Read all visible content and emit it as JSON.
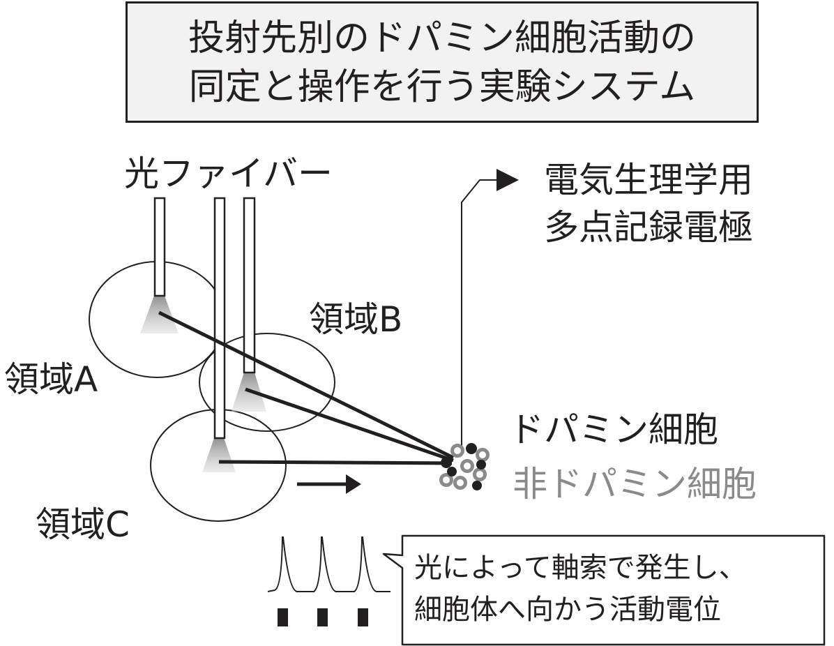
{
  "title": {
    "line1": "投射先別のドパミン細胞活動の",
    "line2": "同定と操作を行う実験システム"
  },
  "labels": {
    "optical_fiber": "光ファイバー",
    "electrode_line1": "電気生理学用",
    "electrode_line2": "多点記録電極",
    "region_a": "領域A",
    "region_b": "領域B",
    "region_c": "領域C",
    "dopamine_cell": "ドパミン細胞",
    "non_dopamine_cell": "非ドパミン細胞"
  },
  "callout": {
    "line1": "光によって軸索で発生し、",
    "line2": "細胞体へ向かう活動電位"
  },
  "colors": {
    "ink": "#231f20",
    "gray_text": "#8a8a8a",
    "title_bg": "#f2f2f2",
    "light_cone": "#9a9a9a",
    "non_dopamine_cell": "#8a8a8a",
    "dopamine_cell": "#231f20"
  }
}
